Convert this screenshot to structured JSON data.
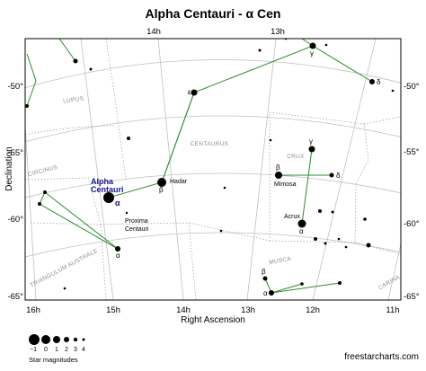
{
  "title": "Alpha Centauri - α Cen",
  "axes": {
    "xlabel": "Right Ascension",
    "ylabel": "Declination",
    "ra_ticks_top": [
      "14h",
      "13h"
    ],
    "ra_ticks_bottom": [
      "16h",
      "15h",
      "14h",
      "13h",
      "12h",
      "11h"
    ],
    "dec_ticks": [
      "-50°",
      "-55°",
      "-60°",
      "-65°"
    ]
  },
  "constellations": [
    "LUPUS",
    "CENTAURUS",
    "CRUX",
    "CIRCINUS",
    "TRIANGULUM AUSTRALE",
    "MUSCA",
    "CARINA"
  ],
  "stars": {
    "highlight_name": "Alpha Centauri",
    "highlight_greek": "α",
    "hadar": "Hadar",
    "hadar_greek": "β",
    "proxima": "Proxima Centauri",
    "mimosa": "Mimosa",
    "acrux": "Acrux",
    "cen_epsilon": "ε",
    "cen_gamma": "γ",
    "cen_delta": "δ",
    "cru_gamma": "γ",
    "cru_beta": "β",
    "cru_delta": "δ",
    "cru_alpha": "α",
    "tra_alpha": "α",
    "mus_beta": "β",
    "mus_alpha": "α"
  },
  "legend": {
    "title": "Star magnitudes",
    "magnitudes": [
      "−1",
      "0",
      "1",
      "2",
      "3",
      "4"
    ]
  },
  "credit": "freestarcharts.com",
  "colors": {
    "constellation_lines": "#2e8b2e",
    "highlight": "#14148c",
    "grid": "#c0c0c0",
    "boundaries": "#9a9a9a"
  }
}
